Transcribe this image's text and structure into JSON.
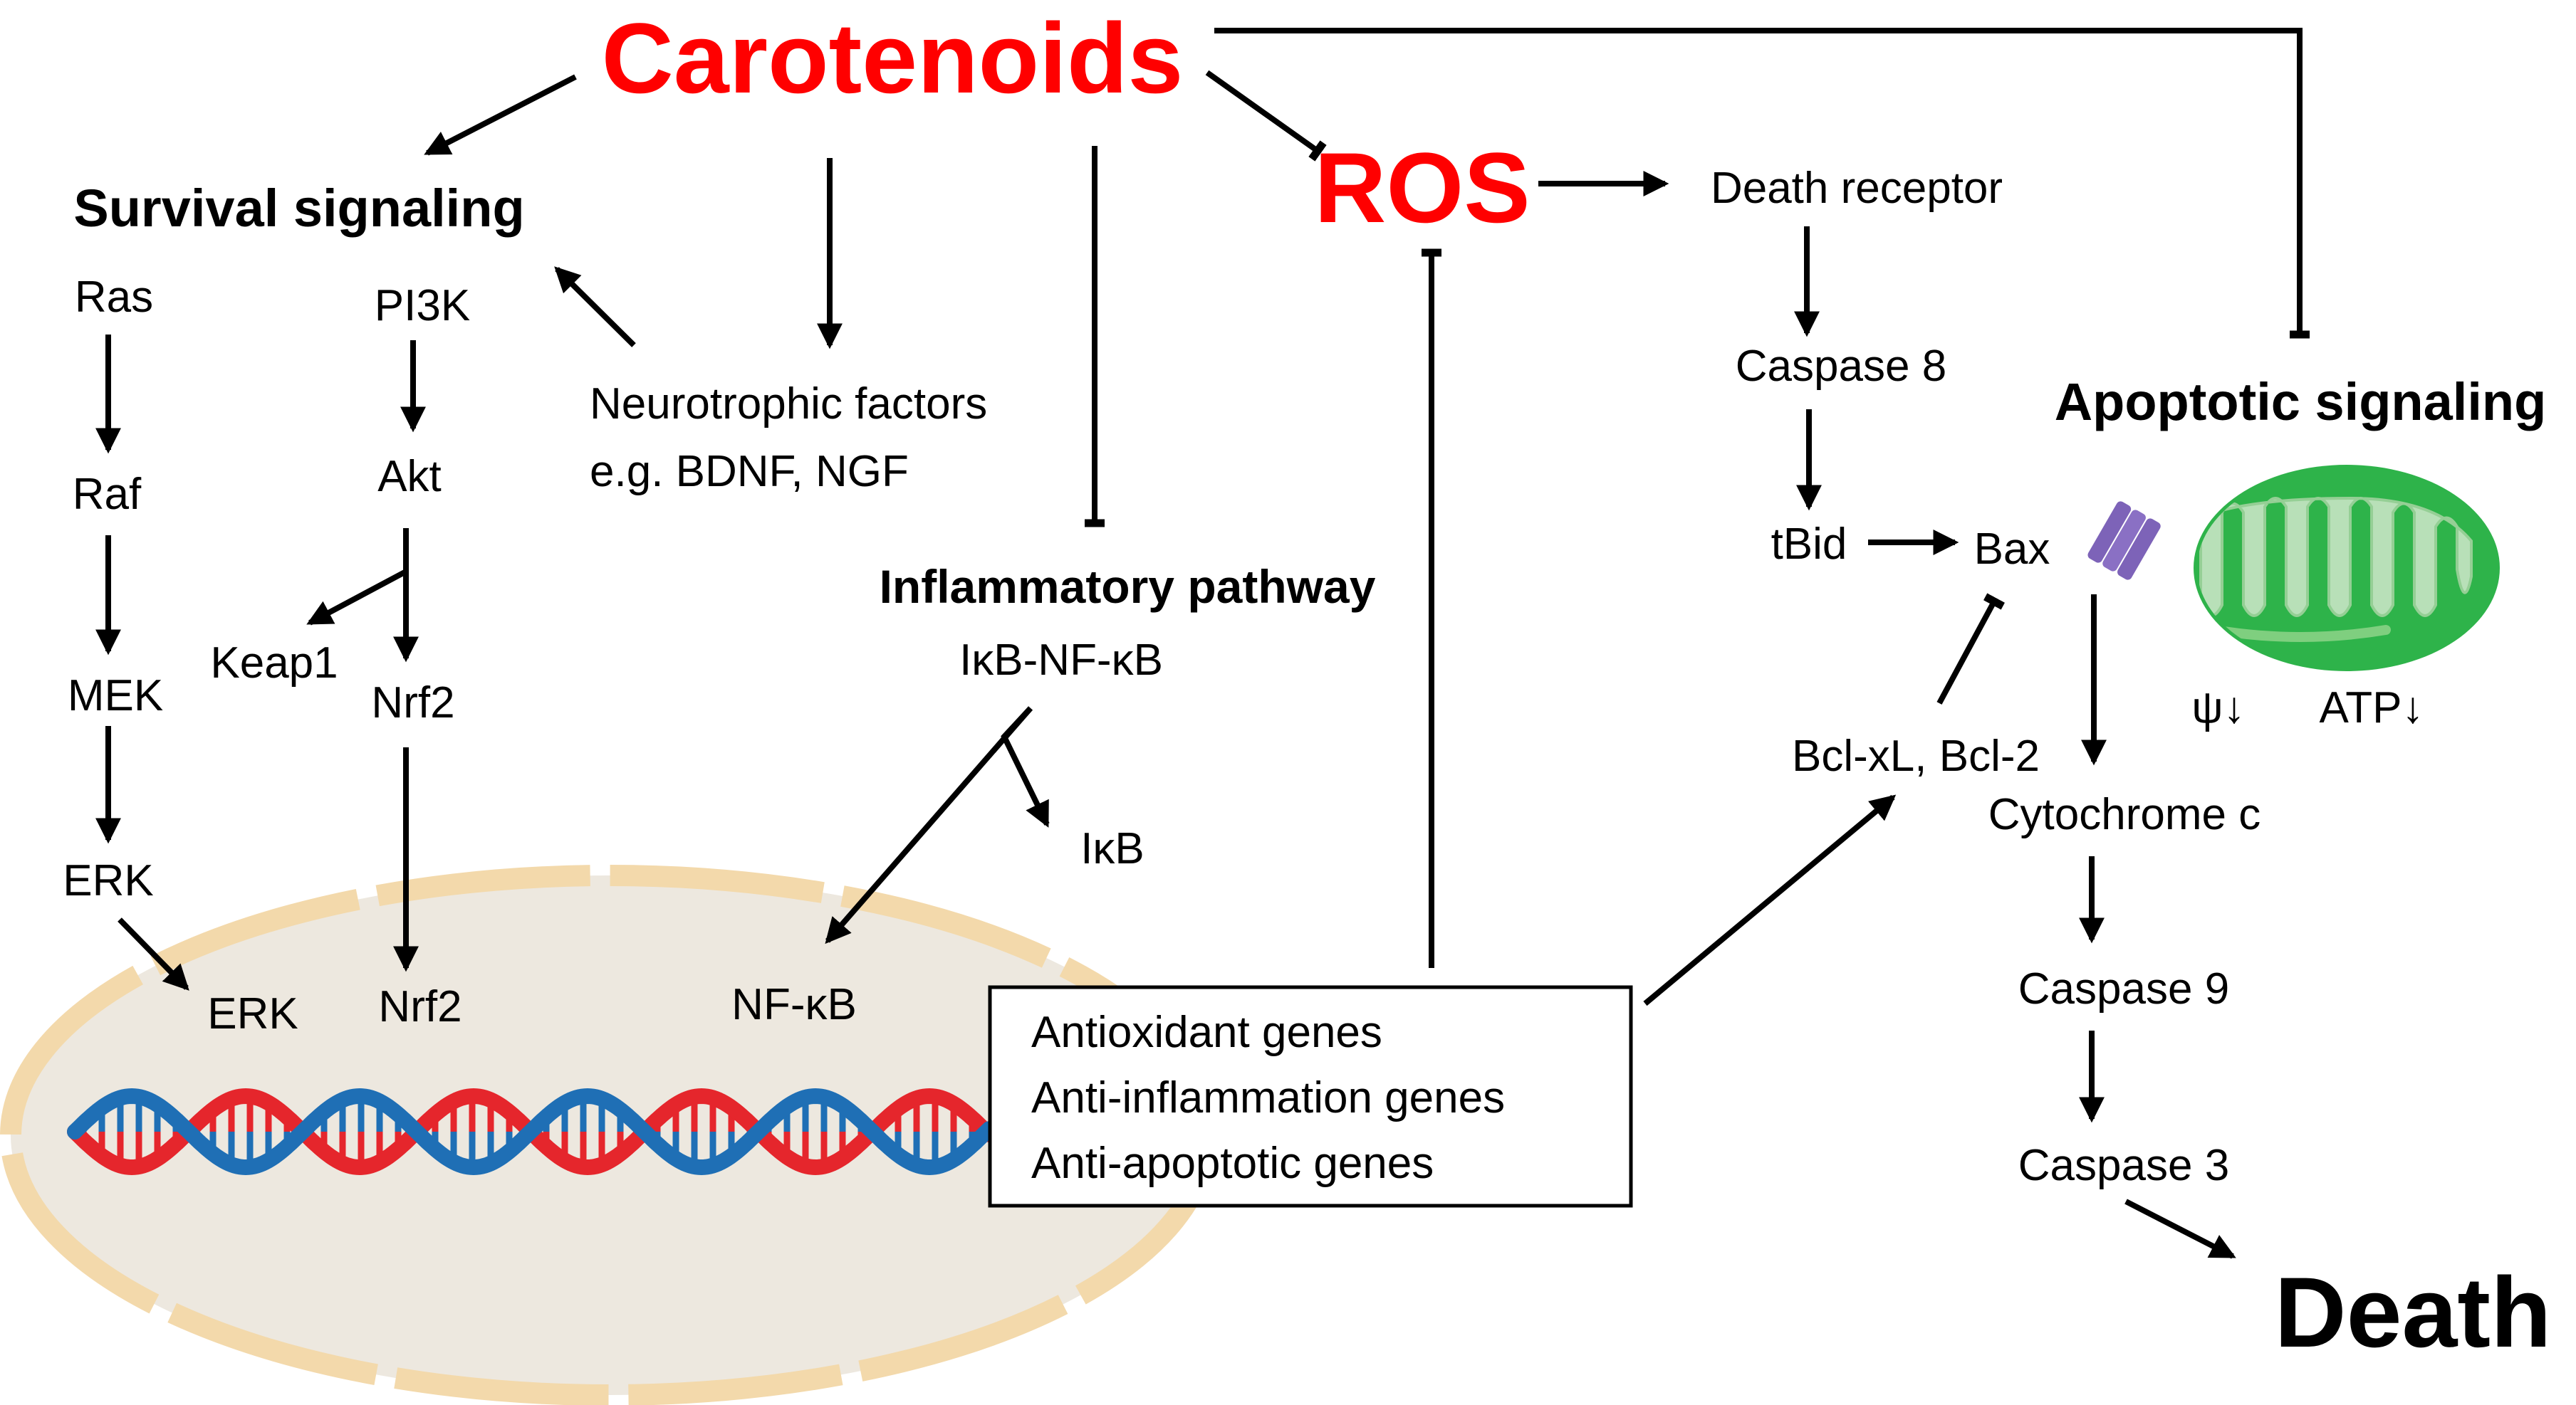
{
  "colors": {
    "accent_red": "#ff0000",
    "nucleus_fill": "#ede8df",
    "nucleus_membrane": "#f3d9ab",
    "dna_red": "#e5262c",
    "dna_blue": "#1f6fb5",
    "mito_outer": "#2eb34a",
    "mito_inner": "#b8e0b8",
    "channel_purple": "#7d63b8"
  },
  "nodes": {
    "carotenoids": "Carotenoids",
    "ros": "ROS",
    "survival_signaling": "Survival signaling",
    "ras": "Ras",
    "raf": "Raf",
    "mek": "MEK",
    "erk": "ERK",
    "erk_nuclear": "ERK",
    "pi3k": "PI3K",
    "akt": "Akt",
    "keap1": "Keap1",
    "nrf2": "Nrf2",
    "nrf2_nuclear": "Nrf2",
    "neurotrophic_line1": "Neurotrophic factors",
    "neurotrophic_line2": "e.g. BDNF, NGF",
    "inflammatory_pathway": "Inflammatory pathway",
    "ikb_nfkb": "IκB-NF-κB",
    "ikb": "IκB",
    "nfkb_nuclear": "NF-κB",
    "death_receptor": "Death receptor",
    "caspase8": "Caspase 8",
    "tbid": "tBid",
    "bax": "Bax",
    "bclxl_bcl2": "Bcl-xL, Bcl-2",
    "apoptotic_signaling": "Apoptotic signaling",
    "psi_down": "ψ↓",
    "atp_down": "ATP↓",
    "cytochrome_c": "Cytochrome c",
    "caspase9": "Caspase 9",
    "caspase3": "Caspase 3",
    "death": "Death"
  },
  "genes_box": {
    "line1": "Antioxidant genes",
    "line2": "Anti-inflammation genes",
    "line3": "Anti-apoptotic genes"
  }
}
